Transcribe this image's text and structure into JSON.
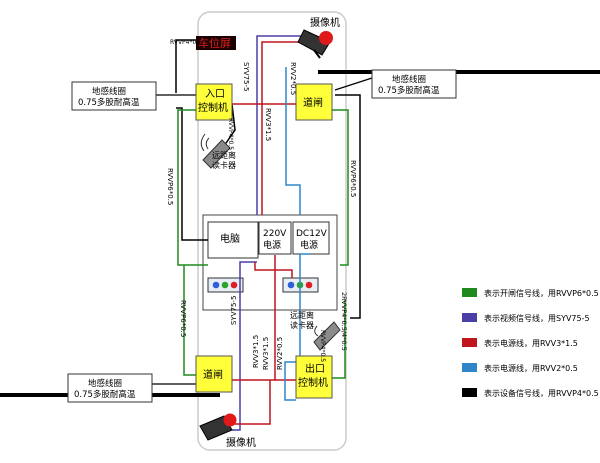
{
  "top_sign": "车位屏",
  "camera_top_label": "摄像机",
  "camera_bottom_label": "摄像机",
  "entry_controller": [
    "入口",
    "控制机"
  ],
  "exit_controller": [
    "出口",
    "控制机"
  ],
  "gate_top": "道闸",
  "gate_bottom": "道闸",
  "computer": "电脑",
  "power220": [
    "220V",
    "电源"
  ],
  "dc12": [
    "DC12V",
    "电源"
  ],
  "reader_top": [
    "远距离",
    "读卡器"
  ],
  "reader_bottom": [
    "远距离",
    "读卡器"
  ],
  "loop_top_right": [
    "地感线圈",
    "0.75多股耐高温"
  ],
  "loop_top_left": [
    "地感线圈",
    "0.75多股耐高温"
  ],
  "loop_bottom_left": [
    "地感线圈",
    "0.75多股耐高温"
  ],
  "cable_labels": {
    "rvvp4_top": "RVVP4*0.5",
    "syv75_top": "SYV75-5",
    "rvv2_top": "RVV2*0.5",
    "rvv3_top": "RVV3*1.5",
    "rvvp4_reader": "RVVP4*0.5",
    "rvvp6_left": "RVVP6*0.5",
    "rvvp6_right": "RVVP6*0.5",
    "rvvp6_bottom_left": "RVVP6*0.5",
    "rvvp4_right_vertical": "2RVVP4*0.5/4*0.5",
    "syv75_bottom": "SYV75-5",
    "rvv3_bottom_a": "RVV3*1.5",
    "rvv3_bottom_b": "RVV3*1.5",
    "rvv2_bottom": "RVV2*0.5",
    "rvvp4_reader_bottom": "RVVP4*0.5"
  },
  "legend": [
    {
      "color": "#1e8a1e",
      "text": "表示开闸信号线，用RVVP6*0.5"
    },
    {
      "color": "#4a3fa6",
      "text": "表示视频信号线，用SYV75-5"
    },
    {
      "color": "#c0141e",
      "text": "表示电源线，用RVV3*1.5"
    },
    {
      "color": "#2e86c8",
      "text": "表示电源线，用RVV2*0.5"
    },
    {
      "color": "#000000",
      "text": "表示设备信号线，用RVVP4*0.5"
    }
  ],
  "colors": {
    "yellow_box": "#ffff3a",
    "green": "#1e8a1e",
    "blue_video": "#4a3fa6",
    "red_power": "#c0141e",
    "light_blue": "#2e86c8",
    "island_border": "#cccccc",
    "sign_bg": "#1a0000",
    "sign_text": "#e0201e"
  }
}
